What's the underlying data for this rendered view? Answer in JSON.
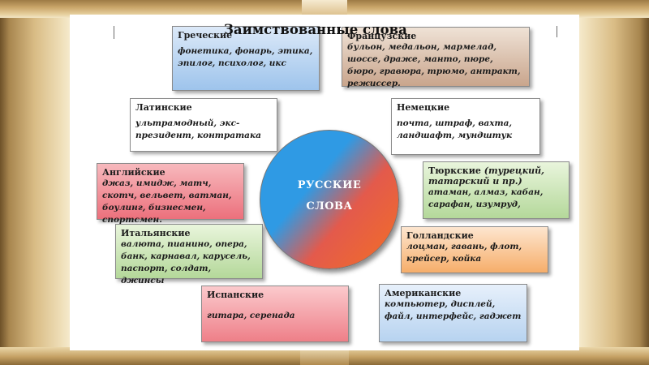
{
  "title": "Заимствованные слова",
  "center": {
    "line1": "РУССКИЕ",
    "line2": "СЛОВА"
  },
  "boxes": {
    "greek": {
      "heading": "Греческие",
      "words": "фонетика, фонарь, этика, эпилог, психолог, икс"
    },
    "french": {
      "heading": "Французские",
      "words": "бульон, медальон, мармелад, шоссе, драже, манто, пюре, бюро, гравюра, трюмо, антракт, режиссер."
    },
    "latin": {
      "heading": "Латинские",
      "words": "ультрамодный, экс-президент, контратака"
    },
    "german": {
      "heading": "Немецкие",
      "words": "почта, штраф, вахта, ландшафт, мундштук"
    },
    "english": {
      "heading": "Английские",
      "words": "джаз, имидж, матч, скотч, вельвет, ватман, боулинг, бизнесмен, спортсмен."
    },
    "turkic": {
      "heading": "Тюркские",
      "heading_extra": "(турецкий, татарский и пр.)",
      "words": "атаман, алмаз, кабан, сарафан, изумруд,"
    },
    "italian": {
      "heading": "Итальянские",
      "words": "валюта, пианино, опера, банк, карнавал, карусель, паспорт, солдат, джинсы"
    },
    "dutch": {
      "heading": "Голландские",
      "words": "лоцман, гавань, флот, крейсер, койка"
    },
    "spanish": {
      "heading": "Испанские",
      "words": "гитара, серенада"
    },
    "american": {
      "heading": "Американские",
      "words": "компьютер, дисплей, файл, интерфейс, гаджет"
    }
  }
}
